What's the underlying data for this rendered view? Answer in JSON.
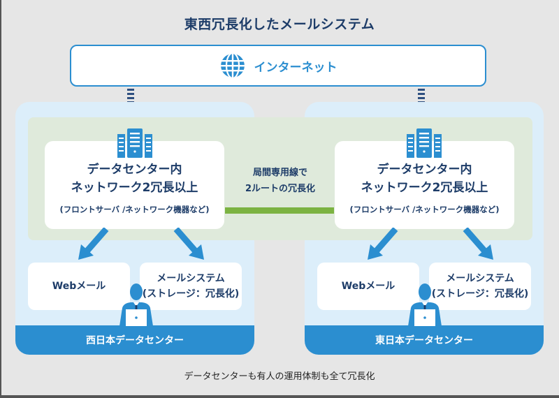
{
  "title": "東西冗長化したメールシステム",
  "internet": {
    "label": "インターネット",
    "icon": "globe-icon"
  },
  "interconnect": {
    "line1": "局間専用線で",
    "line2": "2ルートの冗長化"
  },
  "datacenters": [
    {
      "name": "西日本データセンター",
      "network": {
        "line1": "データセンター内",
        "line2": "ネットワーク2冗長以上",
        "sub": "(フロントサーバ /ネットワーク機器など)",
        "icon": "server-icon"
      },
      "services": [
        {
          "label": "Webメール"
        },
        {
          "label": "メールシステム",
          "sub": "(ストレージ：冗長化)"
        }
      ],
      "operator_icon": "operator-person-icon"
    },
    {
      "name": "東日本データセンター",
      "network": {
        "line1": "データセンター内",
        "line2": "ネットワーク2冗長以上",
        "sub": "(フロントサーバ /ネットワーク機器など)",
        "icon": "server-icon"
      },
      "services": [
        {
          "label": "Webメール"
        },
        {
          "label": "メールシステム",
          "sub": "(ストレージ：冗長化)"
        }
      ],
      "operator_icon": "operator-person-icon"
    }
  ],
  "footnote": "データセンターも有人の運用体制も全て冗長化",
  "colors": {
    "primary_blue": "#2b8ed0",
    "navy_text": "#1d3c68",
    "dc_background": "#dceefa",
    "network_band": "#dfeadb",
    "route_line": "#7cb342",
    "page_background": "#e6e6e6"
  }
}
